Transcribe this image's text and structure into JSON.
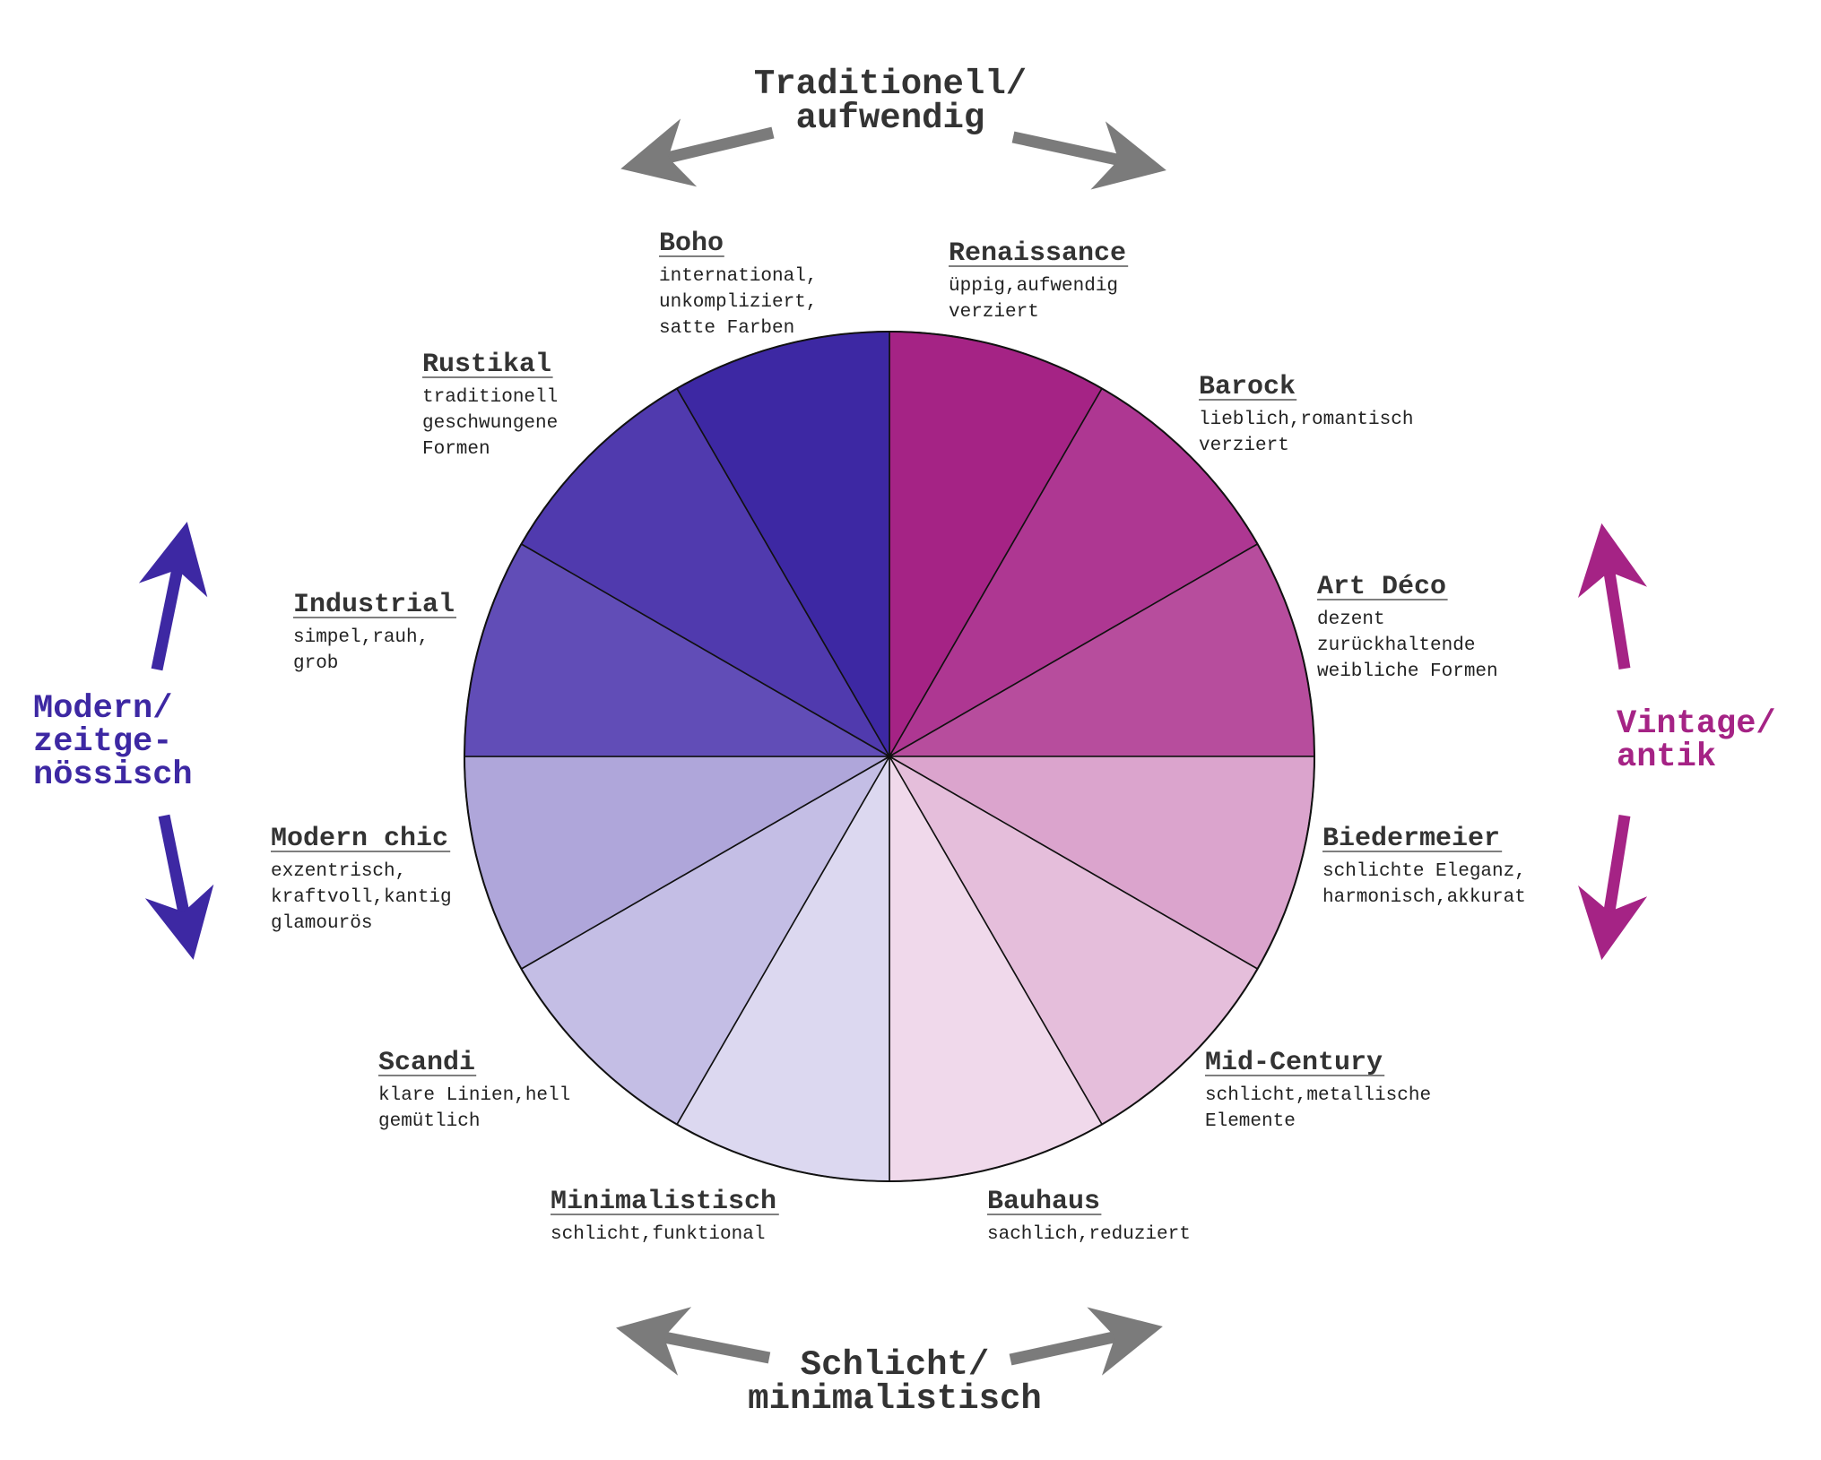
{
  "axes": {
    "top": "Traditionell/\naufwendig",
    "bottom": "Schlicht/\nminimalistisch",
    "left": "Modern/\nzeitge-\nnössisch",
    "right": "Vintage/\nantik"
  },
  "colors": {
    "text": "#333333",
    "arrow_gray": "#7b7b7b",
    "modern": "#3d28a3",
    "vintage": "#a52385",
    "outline": "#111111"
  },
  "segments": [
    {
      "name": "Renaissance",
      "desc": "üppig,aufwendig\nverziert",
      "color": "#a52385"
    },
    {
      "name": "Barock",
      "desc": "lieblich,romantisch\nverziert",
      "color": "#ae3792"
    },
    {
      "name": "Art Déco",
      "desc": "dezent\nzurückhaltende\nweibliche Formen",
      "color": "#b74d9d"
    },
    {
      "name": "Biedermeier",
      "desc": "schlichte Eleganz,\nharmonisch,akkurat",
      "color": "#dba4cd"
    },
    {
      "name": "Mid-Century",
      "desc": "schlicht,metallische\nElemente",
      "color": "#e5bedb"
    },
    {
      "name": "Bauhaus",
      "desc": "sachlich,reduziert",
      "color": "#f0d9eb"
    },
    {
      "name": "Minimalistisch",
      "desc": "schlicht,funktional",
      "color": "#dcd8f0"
    },
    {
      "name": "Scandi",
      "desc": "klare Linien,hell\ngemütlich",
      "color": "#c4bee5"
    },
    {
      "name": "Modern chic",
      "desc": "exzentrisch,\nkraftvoll,kantig\nglamourös",
      "color": "#afa6da"
    },
    {
      "name": "Industrial",
      "desc": "simpel,rauh,\ngrob",
      "color": "#614db7"
    },
    {
      "name": "Rustikal",
      "desc": "traditionell\ngeschwungene\nFormen",
      "color": "#503aae"
    },
    {
      "name": "Boho",
      "desc": "international,\nunkompliziert,\nsatte Farben",
      "color": "#3d28a3"
    }
  ]
}
